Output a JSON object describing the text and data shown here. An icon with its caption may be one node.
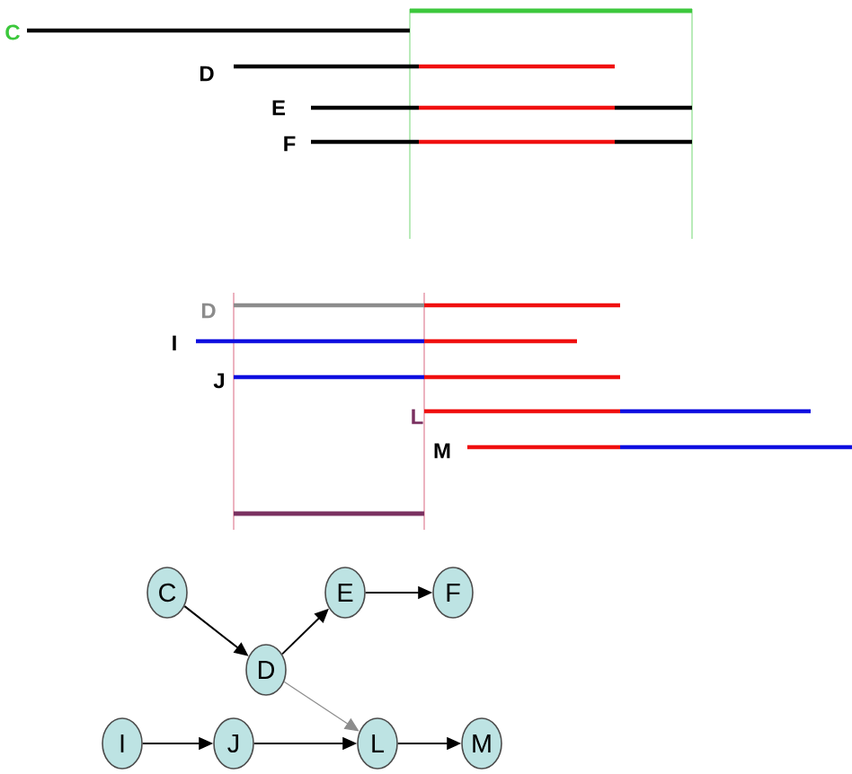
{
  "diagram": {
    "nodes": [
      {
        "text": [
          "C"
        ]
      },
      {
        "text": [
          "D"
        ]
      },
      {
        "text": [
          "E"
        ]
      },
      {
        "text": [
          "F"
        ]
      },
      {
        "text": [
          "I"
        ]
      },
      {
        "text": [
          "J"
        ]
      },
      {
        "text": [
          "L"
        ]
      },
      {
        "text": [
          "M"
        ]
      }
    ],
    "edges": [
      {
        "from": 0,
        "to": 1,
        "arrow": "to"
      },
      {
        "from": 1,
        "to": 2,
        "arrow": "to"
      },
      {
        "from": 2,
        "to": 3,
        "arrow": "to"
      },
      {
        "from": 4,
        "to": 5,
        "arrow": "to"
      },
      {
        "from": 5,
        "to": 6,
        "arrow": "to"
      },
      {
        "from": 1,
        "to": 6,
        "arrow": "to",
        "color": "#8c8c8c"
      },
      {
        "from": 6,
        "to": 7,
        "arrow": "to"
      }
    ],
    "labels": [
      "C",
      "D",
      "E",
      "F",
      "D",
      "I",
      "J",
      "L",
      "M"
    ]
  }
}
